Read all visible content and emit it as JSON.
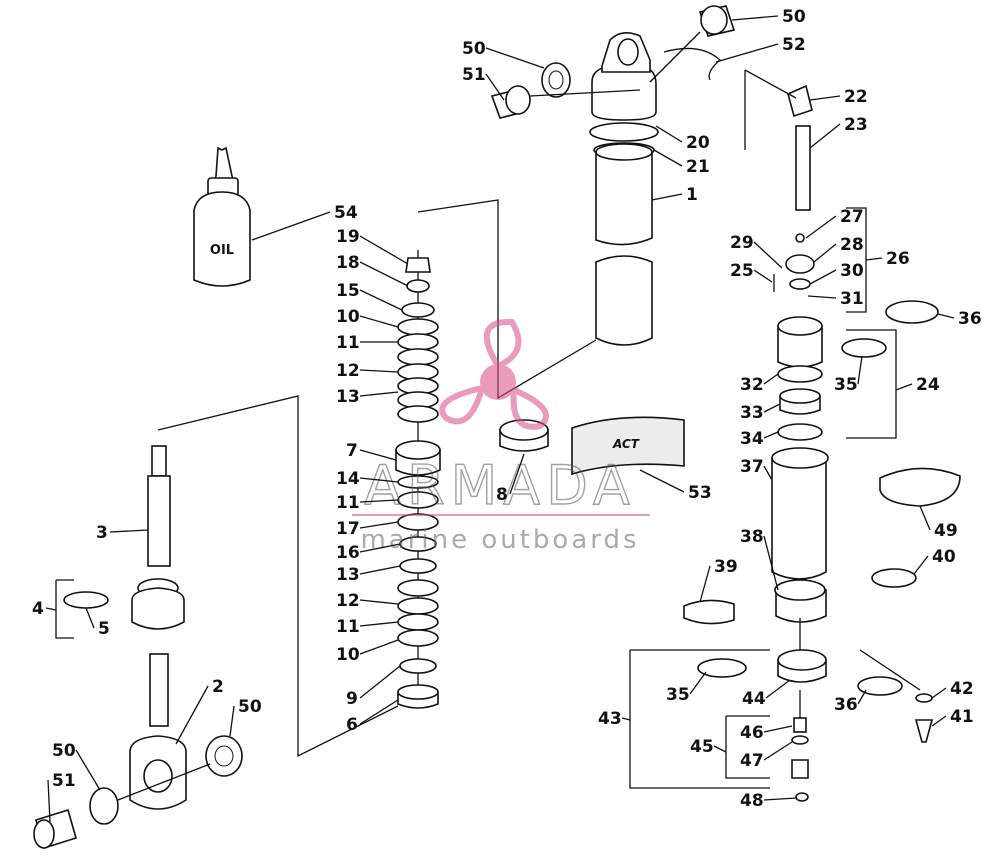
{
  "diagram": {
    "watermark": {
      "brand": "ARMADA",
      "tagline": "marine outboards",
      "color": "#d94b84"
    },
    "oil_bottle_text": "OIL",
    "label_sticker_text": "ACT",
    "callouts": [
      {
        "id": "c50a",
        "text": "50"
      },
      {
        "id": "c52",
        "text": "52"
      },
      {
        "id": "c50b",
        "text": "50"
      },
      {
        "id": "c51a",
        "text": "51"
      },
      {
        "id": "c20",
        "text": "20"
      },
      {
        "id": "c21",
        "text": "21"
      },
      {
        "id": "c1",
        "text": "1"
      },
      {
        "id": "c22",
        "text": "22"
      },
      {
        "id": "c23",
        "text": "23"
      },
      {
        "id": "c27",
        "text": "27"
      },
      {
        "id": "c28",
        "text": "28"
      },
      {
        "id": "c26",
        "text": "26"
      },
      {
        "id": "c29",
        "text": "29"
      },
      {
        "id": "c25",
        "text": "25"
      },
      {
        "id": "c30",
        "text": "30"
      },
      {
        "id": "c31",
        "text": "31"
      },
      {
        "id": "c36a",
        "text": "36"
      },
      {
        "id": "c54",
        "text": "54"
      },
      {
        "id": "c19",
        "text": "19"
      },
      {
        "id": "c18",
        "text": "18"
      },
      {
        "id": "c15",
        "text": "15"
      },
      {
        "id": "c10a",
        "text": "10"
      },
      {
        "id": "c11a",
        "text": "11"
      },
      {
        "id": "c12a",
        "text": "12"
      },
      {
        "id": "c13a",
        "text": "13"
      },
      {
        "id": "c7",
        "text": "7"
      },
      {
        "id": "c14",
        "text": "14"
      },
      {
        "id": "c11b",
        "text": "11"
      },
      {
        "id": "c17",
        "text": "17"
      },
      {
        "id": "c16",
        "text": "16"
      },
      {
        "id": "c13b",
        "text": "13"
      },
      {
        "id": "c12b",
        "text": "12"
      },
      {
        "id": "c11c",
        "text": "11"
      },
      {
        "id": "c10b",
        "text": "10"
      },
      {
        "id": "c9",
        "text": "9"
      },
      {
        "id": "c6",
        "text": "6"
      },
      {
        "id": "c8",
        "text": "8"
      },
      {
        "id": "c53",
        "text": "53"
      },
      {
        "id": "c32",
        "text": "32"
      },
      {
        "id": "c35a",
        "text": "35"
      },
      {
        "id": "c24",
        "text": "24"
      },
      {
        "id": "c33",
        "text": "33"
      },
      {
        "id": "c34",
        "text": "34"
      },
      {
        "id": "c37",
        "text": "37"
      },
      {
        "id": "c49",
        "text": "49"
      },
      {
        "id": "c38",
        "text": "38"
      },
      {
        "id": "c39",
        "text": "39"
      },
      {
        "id": "c40",
        "text": "40"
      },
      {
        "id": "c3",
        "text": "3"
      },
      {
        "id": "c4",
        "text": "4"
      },
      {
        "id": "c5",
        "text": "5"
      },
      {
        "id": "c2",
        "text": "2"
      },
      {
        "id": "c50c",
        "text": "50"
      },
      {
        "id": "c50d",
        "text": "50"
      },
      {
        "id": "c51b",
        "text": "51"
      },
      {
        "id": "c35b",
        "text": "35"
      },
      {
        "id": "c44",
        "text": "44"
      },
      {
        "id": "c42",
        "text": "42"
      },
      {
        "id": "c36b",
        "text": "36"
      },
      {
        "id": "c43",
        "text": "43"
      },
      {
        "id": "c41",
        "text": "41"
      },
      {
        "id": "c46",
        "text": "46"
      },
      {
        "id": "c45",
        "text": "45"
      },
      {
        "id": "c47",
        "text": "47"
      },
      {
        "id": "c48",
        "text": "48"
      }
    ]
  }
}
